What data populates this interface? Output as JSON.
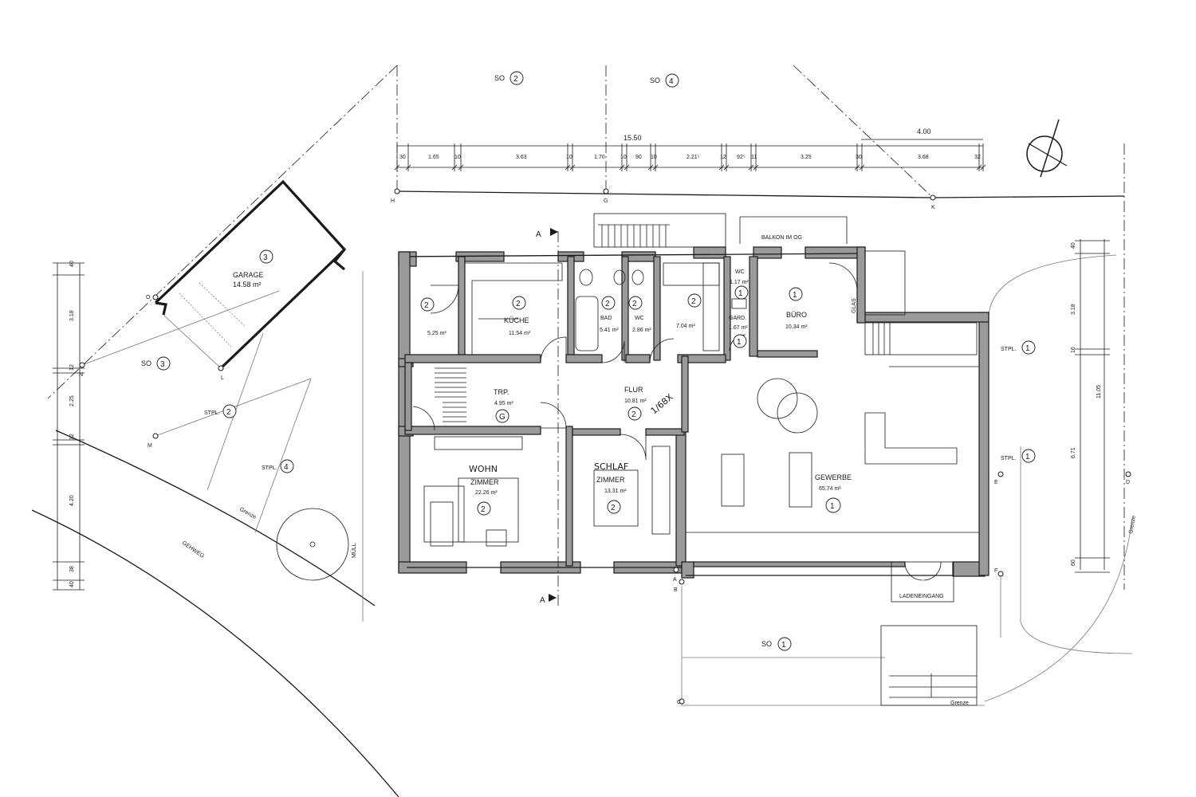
{
  "plan": {
    "zones": [
      {
        "id": "so2",
        "label": "SO",
        "num": "2"
      },
      {
        "id": "so4",
        "label": "SO",
        "num": "4"
      },
      {
        "id": "so3",
        "label": "SO",
        "num": "3"
      },
      {
        "id": "so1",
        "label": "SO",
        "num": "1"
      }
    ],
    "dims_top": [
      "30",
      "1.65",
      "10",
      "3.63",
      "10",
      "1.70",
      "10",
      "90",
      "10",
      "2.21⁵",
      "12",
      "92⁵",
      "11",
      "3.25",
      "30",
      "3.68",
      "32"
    ],
    "dims_top_total": "15.50",
    "dims_top_total2": "4.00",
    "dims_left": [
      "40",
      "3.18",
      "12",
      "2.25",
      "12",
      "4.20",
      "38",
      "40"
    ],
    "dims_right": [
      "40",
      "3.18",
      "16",
      "6.71",
      "60",
      "11.05"
    ],
    "points": [
      "H",
      "G",
      "K",
      "O",
      "N",
      "L",
      "M",
      "E",
      "D",
      "F",
      "A",
      "B",
      "C"
    ],
    "rooms": {
      "garage": {
        "name": "GARAGE",
        "area": "14.58 m²",
        "num": "3"
      },
      "abst": {
        "area": "5.25 m²",
        "num": "2"
      },
      "kueche": {
        "name": "KÜCHE",
        "area": "11.54 m²",
        "num": "2"
      },
      "bad": {
        "name": "BAD",
        "area": "5.41 m²",
        "num": "2"
      },
      "wc2": {
        "name": "WC",
        "area": "2.86 m²",
        "num": "2"
      },
      "raum704": {
        "area": "7.04 m²",
        "num": "2"
      },
      "wc1": {
        "name": "WC",
        "area": "1.17 m²",
        "num": "1"
      },
      "gard": {
        "name": "GARD.",
        "area": "1.67 m²",
        "num": "1"
      },
      "buero": {
        "name": "BÜRO",
        "area": "10.34 m²",
        "num": "1"
      },
      "trp": {
        "name": "TRP.",
        "area": "4.95 m²",
        "num": "G"
      },
      "flur": {
        "name": "FLUR",
        "area": "10.81 m²",
        "num": "2"
      },
      "wohn": {
        "hand": "WOHN",
        "name": "ZIMMER",
        "area": "22.26 m²",
        "num": "2"
      },
      "schlaf": {
        "hand": "SCHLAF",
        "name": "ZIMMER",
        "area": "13.31 m²",
        "num": "2"
      },
      "gewerbe": {
        "name": "GEWERBE",
        "area": "65.74 m²",
        "num": "1"
      }
    },
    "parking": [
      {
        "label": "STPL.",
        "num": "2"
      },
      {
        "label": "STPL.",
        "num": "4"
      },
      {
        "label": "STPL.",
        "num": "1"
      },
      {
        "label": "STPL.",
        "num": "1"
      }
    ],
    "labels": {
      "balkon": "BALKON IM OG",
      "glas": "GLAS",
      "ladeneingang": "LADENEINGANG",
      "muell": "MÜLL",
      "gehweg": "GEHWEG",
      "grenze": "Grenze",
      "section": "A",
      "hand_note": "1/68X"
    }
  }
}
